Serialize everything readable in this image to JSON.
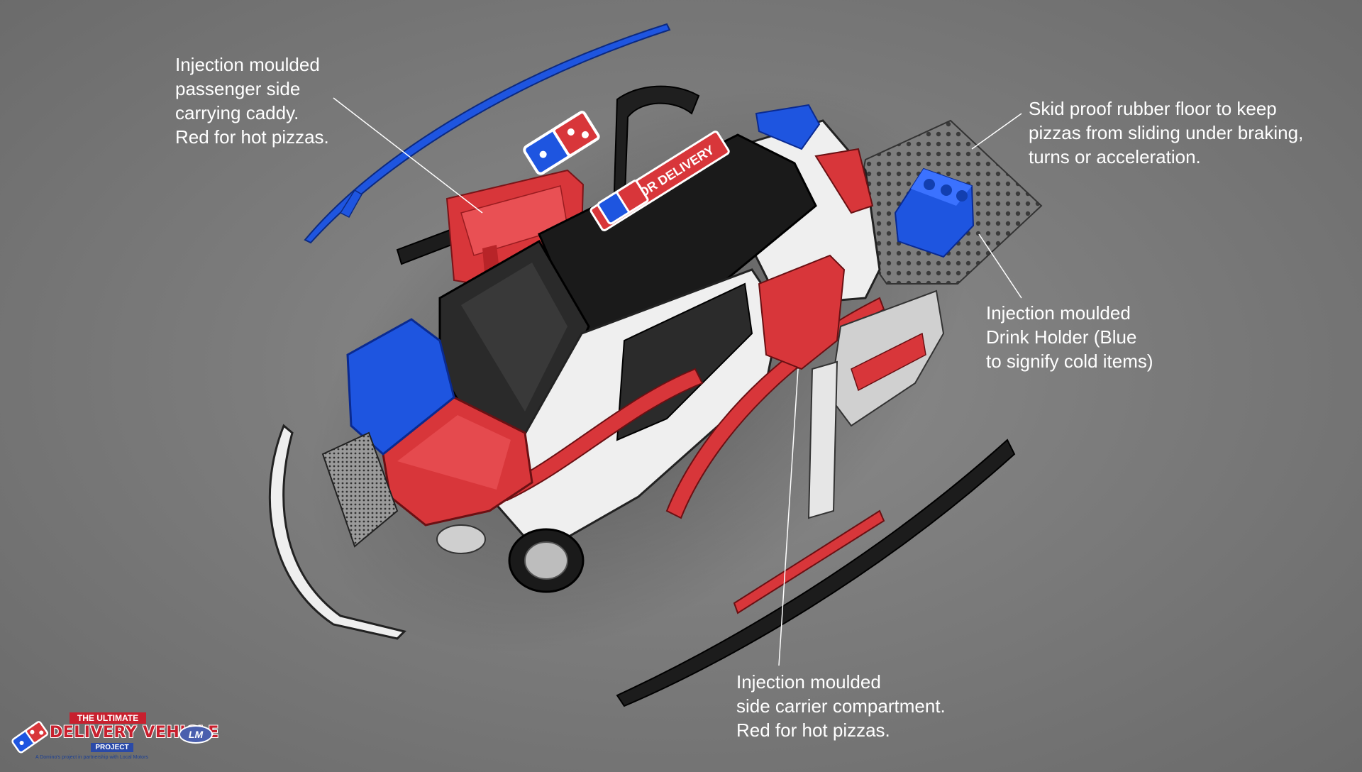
{
  "callouts": {
    "passenger_caddy": [
      "Injection moulded",
      "passenger side",
      "carrying caddy.",
      "Red for hot pizzas."
    ],
    "rubber_floor": [
      "Skid proof rubber floor to keep",
      "pizzas from sliding under braking,",
      "turns or acceleration."
    ],
    "drink_holder": [
      "Injection moulded",
      "Drink Holder (Blue",
      "to signify cold items)"
    ],
    "side_carrier": [
      "Injection moulded",
      "side carrier compartment.",
      "Red for hot pizzas."
    ]
  },
  "roof_sign": "OUT FOR DELIVERY",
  "logo": {
    "top": "THE ULTIMATE",
    "main": "DELIVERY VEHICLE",
    "sub": "PROJECT",
    "small": "A Domino's project in partnership with Local Motors",
    "partner": "LM"
  },
  "colors": {
    "background": "#7c7c7c",
    "hot_red": "#d8363a",
    "cold_blue": "#1e55e0",
    "body_white": "#efefef",
    "trim_black": "#1c1c1c"
  }
}
